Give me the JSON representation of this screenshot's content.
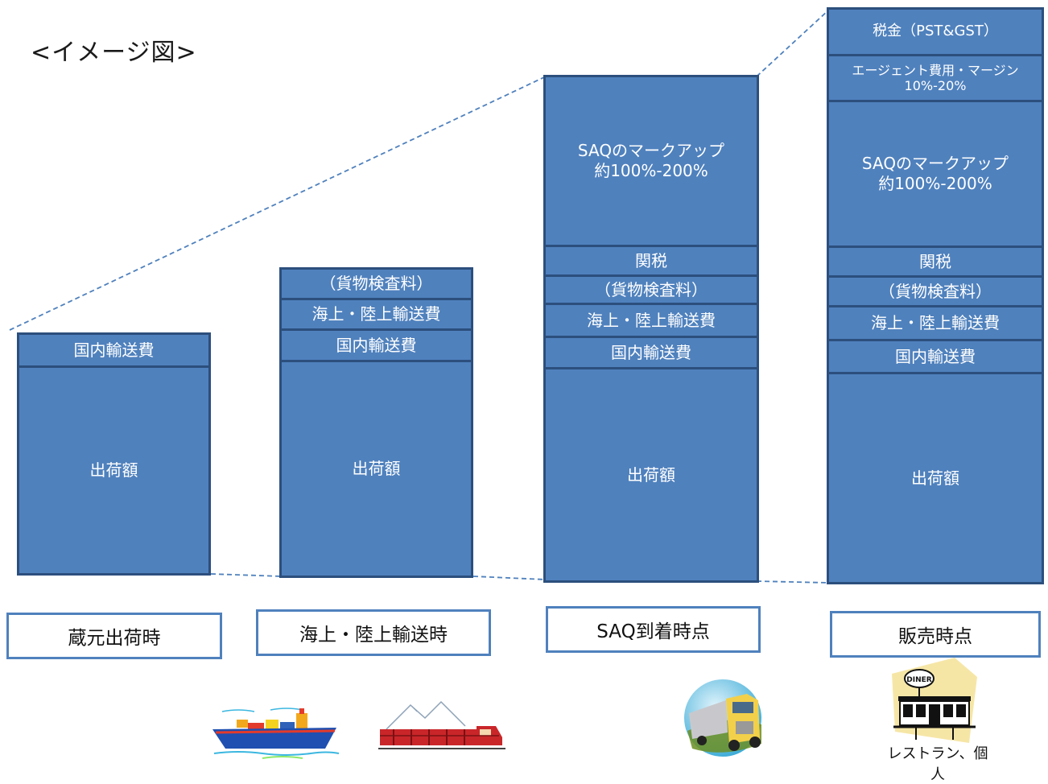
{
  "title": "<イメージ図>",
  "columns": [
    {
      "stage": "蔵元出荷時",
      "segments": [
        {
          "lines": [
            "国内輸送費"
          ]
        },
        {
          "lines": [
            "出荷額"
          ]
        }
      ]
    },
    {
      "stage": "海上・陸上輸送時",
      "segments": [
        {
          "lines": [
            "（貨物検査料）"
          ]
        },
        {
          "lines": [
            "海上・陸上輸送費"
          ]
        },
        {
          "lines": [
            "国内輸送費"
          ]
        },
        {
          "lines": [
            "出荷額"
          ]
        }
      ]
    },
    {
      "stage": "SAQ到着時点",
      "segments": [
        {
          "lines": [
            "SAQのマークアップ",
            "約100%-200%"
          ]
        },
        {
          "lines": [
            "関税"
          ]
        },
        {
          "lines": [
            "（貨物検査料）"
          ]
        },
        {
          "lines": [
            "海上・陸上輸送費"
          ]
        },
        {
          "lines": [
            "国内輸送費"
          ]
        },
        {
          "lines": [
            "出荷額"
          ]
        }
      ]
    },
    {
      "stage": "販売時点",
      "segments": [
        {
          "lines": [
            "税金（PST&GST）"
          ]
        },
        {
          "lines": [
            "エージェント費用・マージン",
            "10%-20%"
          ]
        },
        {
          "lines": [
            "SAQのマークアップ",
            "約100%-200%"
          ]
        },
        {
          "lines": [
            "関税"
          ]
        },
        {
          "lines": [
            "（貨物検査料）"
          ]
        },
        {
          "lines": [
            "海上・陸上輸送費"
          ]
        },
        {
          "lines": [
            "国内輸送費"
          ]
        },
        {
          "lines": [
            "出荷額"
          ]
        }
      ]
    }
  ],
  "icons": {
    "ship": "cargo-ship-icon",
    "train": "train-icon",
    "truck": "truck-icon",
    "restaurant": "diner-restaurant-icon",
    "diner_sign": "DINER"
  },
  "restaurant_caption": "レストラン、個人",
  "colors": {
    "segment_fill": "#4f81bd",
    "segment_border": "#2c4f7d",
    "label_border": "#4f81bd",
    "connector": "#4f81bd"
  }
}
